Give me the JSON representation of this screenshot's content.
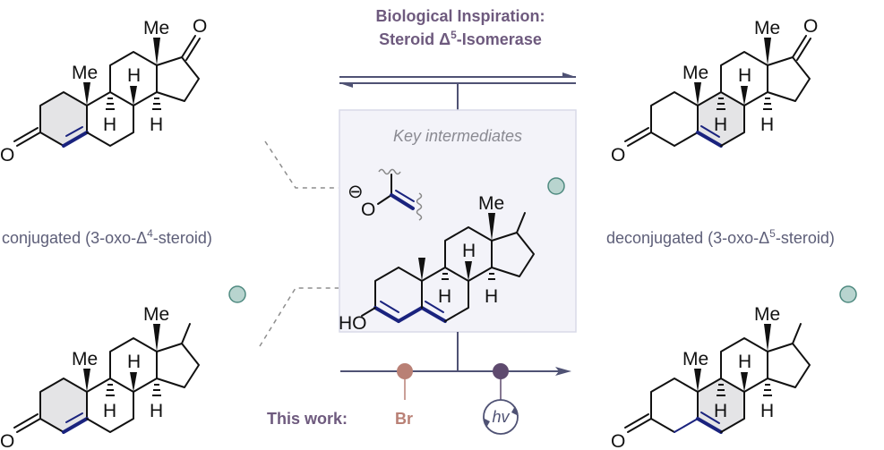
{
  "header": {
    "title_line1": "Biological Inspiration:",
    "title_line2_prefix": "Steroid Δ",
    "title_line2_sup": "5",
    "title_line2_suffix": "-Isomerase"
  },
  "center_box": {
    "title": "Key intermediates",
    "enolate_charge": "⊖",
    "enolate_atom": "O",
    "dienol_atom": "HO"
  },
  "labels": {
    "left": {
      "prefix": "conjugated (3-oxo-Δ",
      "sup": "4",
      "suffix": "-steroid)"
    },
    "right": {
      "prefix": "deconjugated (3-oxo-Δ",
      "sup": "5",
      "suffix": "-steroid)"
    }
  },
  "atoms": {
    "me": "Me",
    "h": "H",
    "o": "O"
  },
  "this_work": {
    "label": "This work:",
    "reagent_br": "Br",
    "reagent_light": "hv"
  },
  "colors": {
    "title": "#6e5a7e",
    "label": "#5d5e78",
    "arrow": "#4f5274",
    "bond_highlight": "#1a237e",
    "r_group_fill": "#b8d4cf",
    "r_group_stroke": "#4f8a80",
    "br_node": "#b98075",
    "hv_node": "#5e4a6e",
    "box_bg": "#f3f3f9",
    "box_border": "#d9dae8"
  },
  "structures": [
    {
      "id": "top-left",
      "type": "androstenedione",
      "double_bond": "delta-4"
    },
    {
      "id": "top-right",
      "type": "androstenedione",
      "double_bond": "delta-5"
    },
    {
      "id": "bottom-left",
      "type": "17-substituted",
      "double_bond": "delta-4"
    },
    {
      "id": "bottom-right",
      "type": "17-substituted",
      "double_bond": "delta-5"
    },
    {
      "id": "center",
      "type": "dienol",
      "double_bond": "delta-3,5"
    }
  ]
}
